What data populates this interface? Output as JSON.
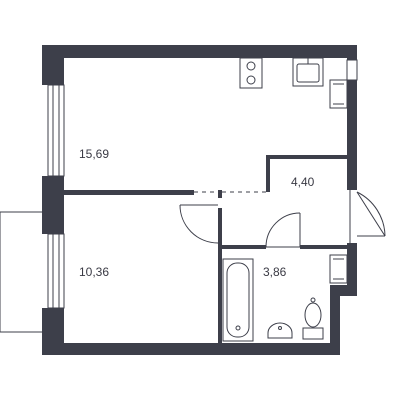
{
  "floor_plan": {
    "rooms": [
      {
        "id": "living-room",
        "area_label": "15,69"
      },
      {
        "id": "bedroom",
        "area_label": "10,36"
      },
      {
        "id": "hallway",
        "area_label": "4,40"
      },
      {
        "id": "bathroom",
        "area_label": "3,86"
      }
    ],
    "fixtures": [
      "stove",
      "kitchen-sink",
      "fridge",
      "bathtub",
      "bathroom-sink",
      "toilet",
      "washing-machine"
    ],
    "colors": {
      "wall": "#3d3f4a",
      "background": "#ffffff",
      "line": "#3d3f4a"
    }
  }
}
